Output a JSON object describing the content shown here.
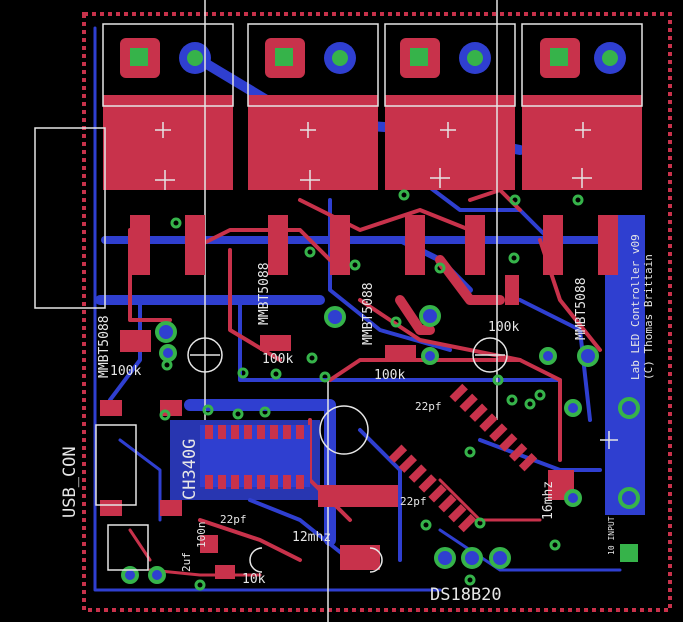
{
  "colors": {
    "background": "#000000",
    "top_copper": "#c8324b",
    "bottom_copper": "#2f3fd0",
    "silkscreen": "#e6e6e6",
    "via": "#36b34a",
    "outline": "#c8324b"
  },
  "labels": {
    "usb_con": "USB_CON",
    "ch340": "CH340G",
    "board_title": "Lab LED Controller v09",
    "board_copyright": "(C) Thomas Brittain",
    "ds18b20": "DS18B20",
    "crystal_freq": "12mhz",
    "crystal_freq2": "16mhz",
    "mmbt_1": "MMBT5088",
    "mmbt_2": "MMBT5088",
    "mmbt_3": "MMBT5088",
    "mmbt_4": "MMBT5088",
    "res_100k_1": "100k",
    "res_100k_2": "100k",
    "res_100k_3": "100k",
    "res_100k_4": "100k",
    "res_10k": "10k",
    "cap_22pf_1": "22pf",
    "cap_22pf_2": "22pf",
    "cap_22pf_3": "22pf",
    "cap_2uf": "2uf",
    "cap_100n": "100n",
    "small_label": "10 INPUT"
  }
}
